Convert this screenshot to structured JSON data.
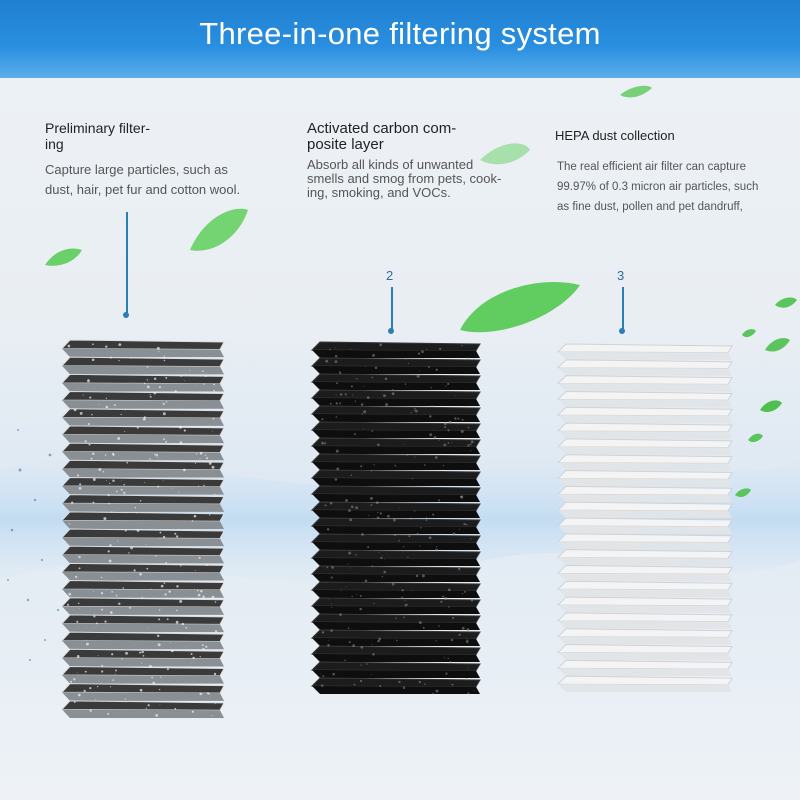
{
  "title": "Three-in-one filtering system",
  "layers": [
    {
      "marker": "",
      "heading": [
        "Preliminary filter-",
        "ing"
      ],
      "description": [
        "Capture large particles, such as",
        "dust, hair, pet fur and cotton wool."
      ],
      "panel_color": "#3a3a3a"
    },
    {
      "marker": "2",
      "heading": [
        "Activated carbon com-",
        "posite layer"
      ],
      "description": [
        "Absorb all kinds of unwanted",
        "smells and smog from pets, cook-",
        "ing, smoking, and VOCs."
      ],
      "panel_color": "#1c1c1c"
    },
    {
      "marker": "3",
      "heading": [
        "HEPA dust collection"
      ],
      "description": [
        "The real efficient air filter can capture",
        "99.97% of 0.3 micron air particles, such",
        "as fine dust, pollen and pet dandruff,"
      ],
      "panel_color": "#f4f4f4"
    }
  ],
  "colors": {
    "banner": "#2a8fe0",
    "accent_line": "#2b7fb2",
    "leaf": "#4cc24a"
  }
}
